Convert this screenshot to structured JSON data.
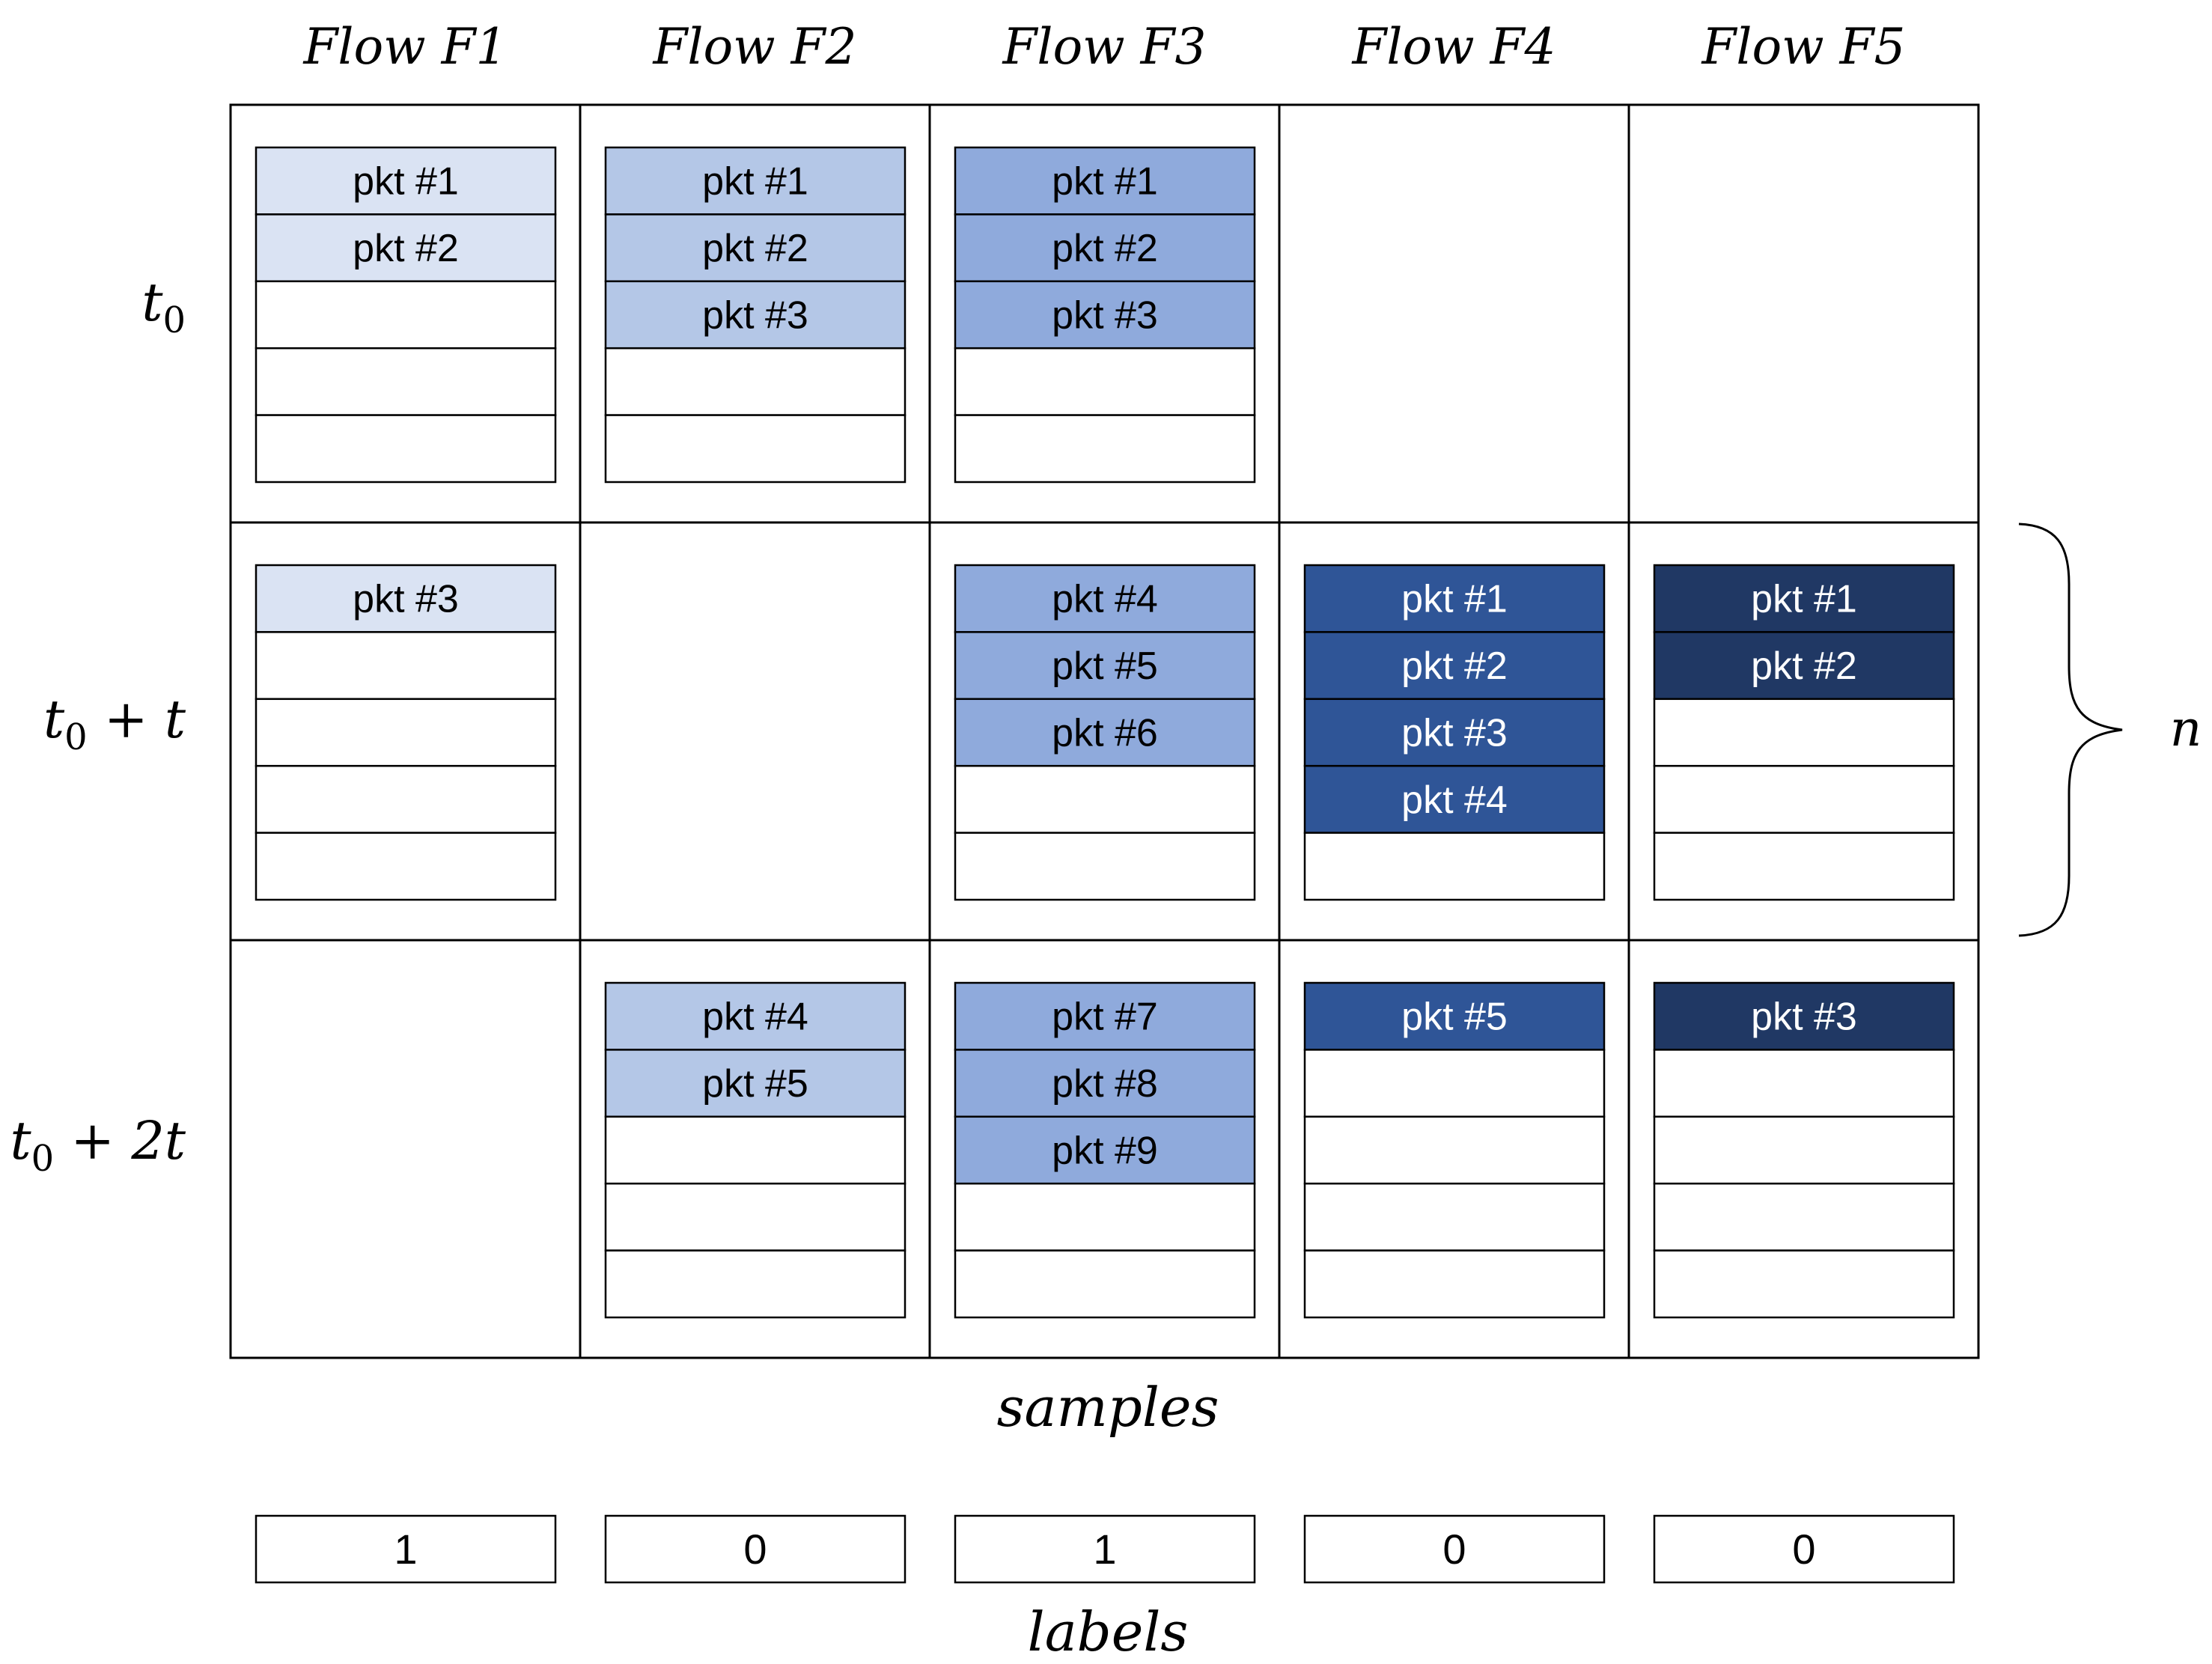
{
  "flows": [
    {
      "name": "Flow F1",
      "color": "#dae3f3",
      "text_color": "#000000"
    },
    {
      "name": "Flow F2",
      "color": "#b4c7e7",
      "text_color": "#000000"
    },
    {
      "name": "Flow F3",
      "color": "#8faadc",
      "text_color": "#000000"
    },
    {
      "name": "Flow F4",
      "color": "#2f5597",
      "text_color": "#ffffff"
    },
    {
      "name": "Flow F5",
      "color": "#203864",
      "text_color": "#ffffff"
    }
  ],
  "time_rows": [
    {
      "base": "t",
      "sub": "0",
      "rest": ""
    },
    {
      "base": "t",
      "sub": "0",
      "rest": " + t"
    },
    {
      "base": "t",
      "sub": "0",
      "rest": " + 2t"
    }
  ],
  "cells": [
    [
      {
        "packets": [
          "pkt #1",
          "pkt #2"
        ]
      },
      {
        "packets": [
          "pkt #1",
          "pkt #2",
          "pkt #3"
        ]
      },
      {
        "packets": [
          "pkt #1",
          "pkt #2",
          "pkt #3"
        ]
      },
      null,
      null
    ],
    [
      {
        "packets": [
          "pkt #3"
        ]
      },
      null,
      {
        "packets": [
          "pkt #4",
          "pkt #5",
          "pkt #6"
        ]
      },
      {
        "packets": [
          "pkt #1",
          "pkt #2",
          "pkt #3",
          "pkt #4"
        ]
      },
      {
        "packets": [
          "pkt #1",
          "pkt #2"
        ]
      }
    ],
    [
      null,
      {
        "packets": [
          "pkt #4",
          "pkt #5"
        ]
      },
      {
        "packets": [
          "pkt #7",
          "pkt #8",
          "pkt #9"
        ]
      },
      {
        "packets": [
          "pkt #5"
        ]
      },
      {
        "packets": [
          "pkt #3"
        ]
      }
    ]
  ],
  "slots_per_sample": 5,
  "brace_label": "n",
  "samples_label": "samples",
  "labels_label": "labels",
  "labels": [
    "1",
    "0",
    "1",
    "0",
    "0"
  ]
}
